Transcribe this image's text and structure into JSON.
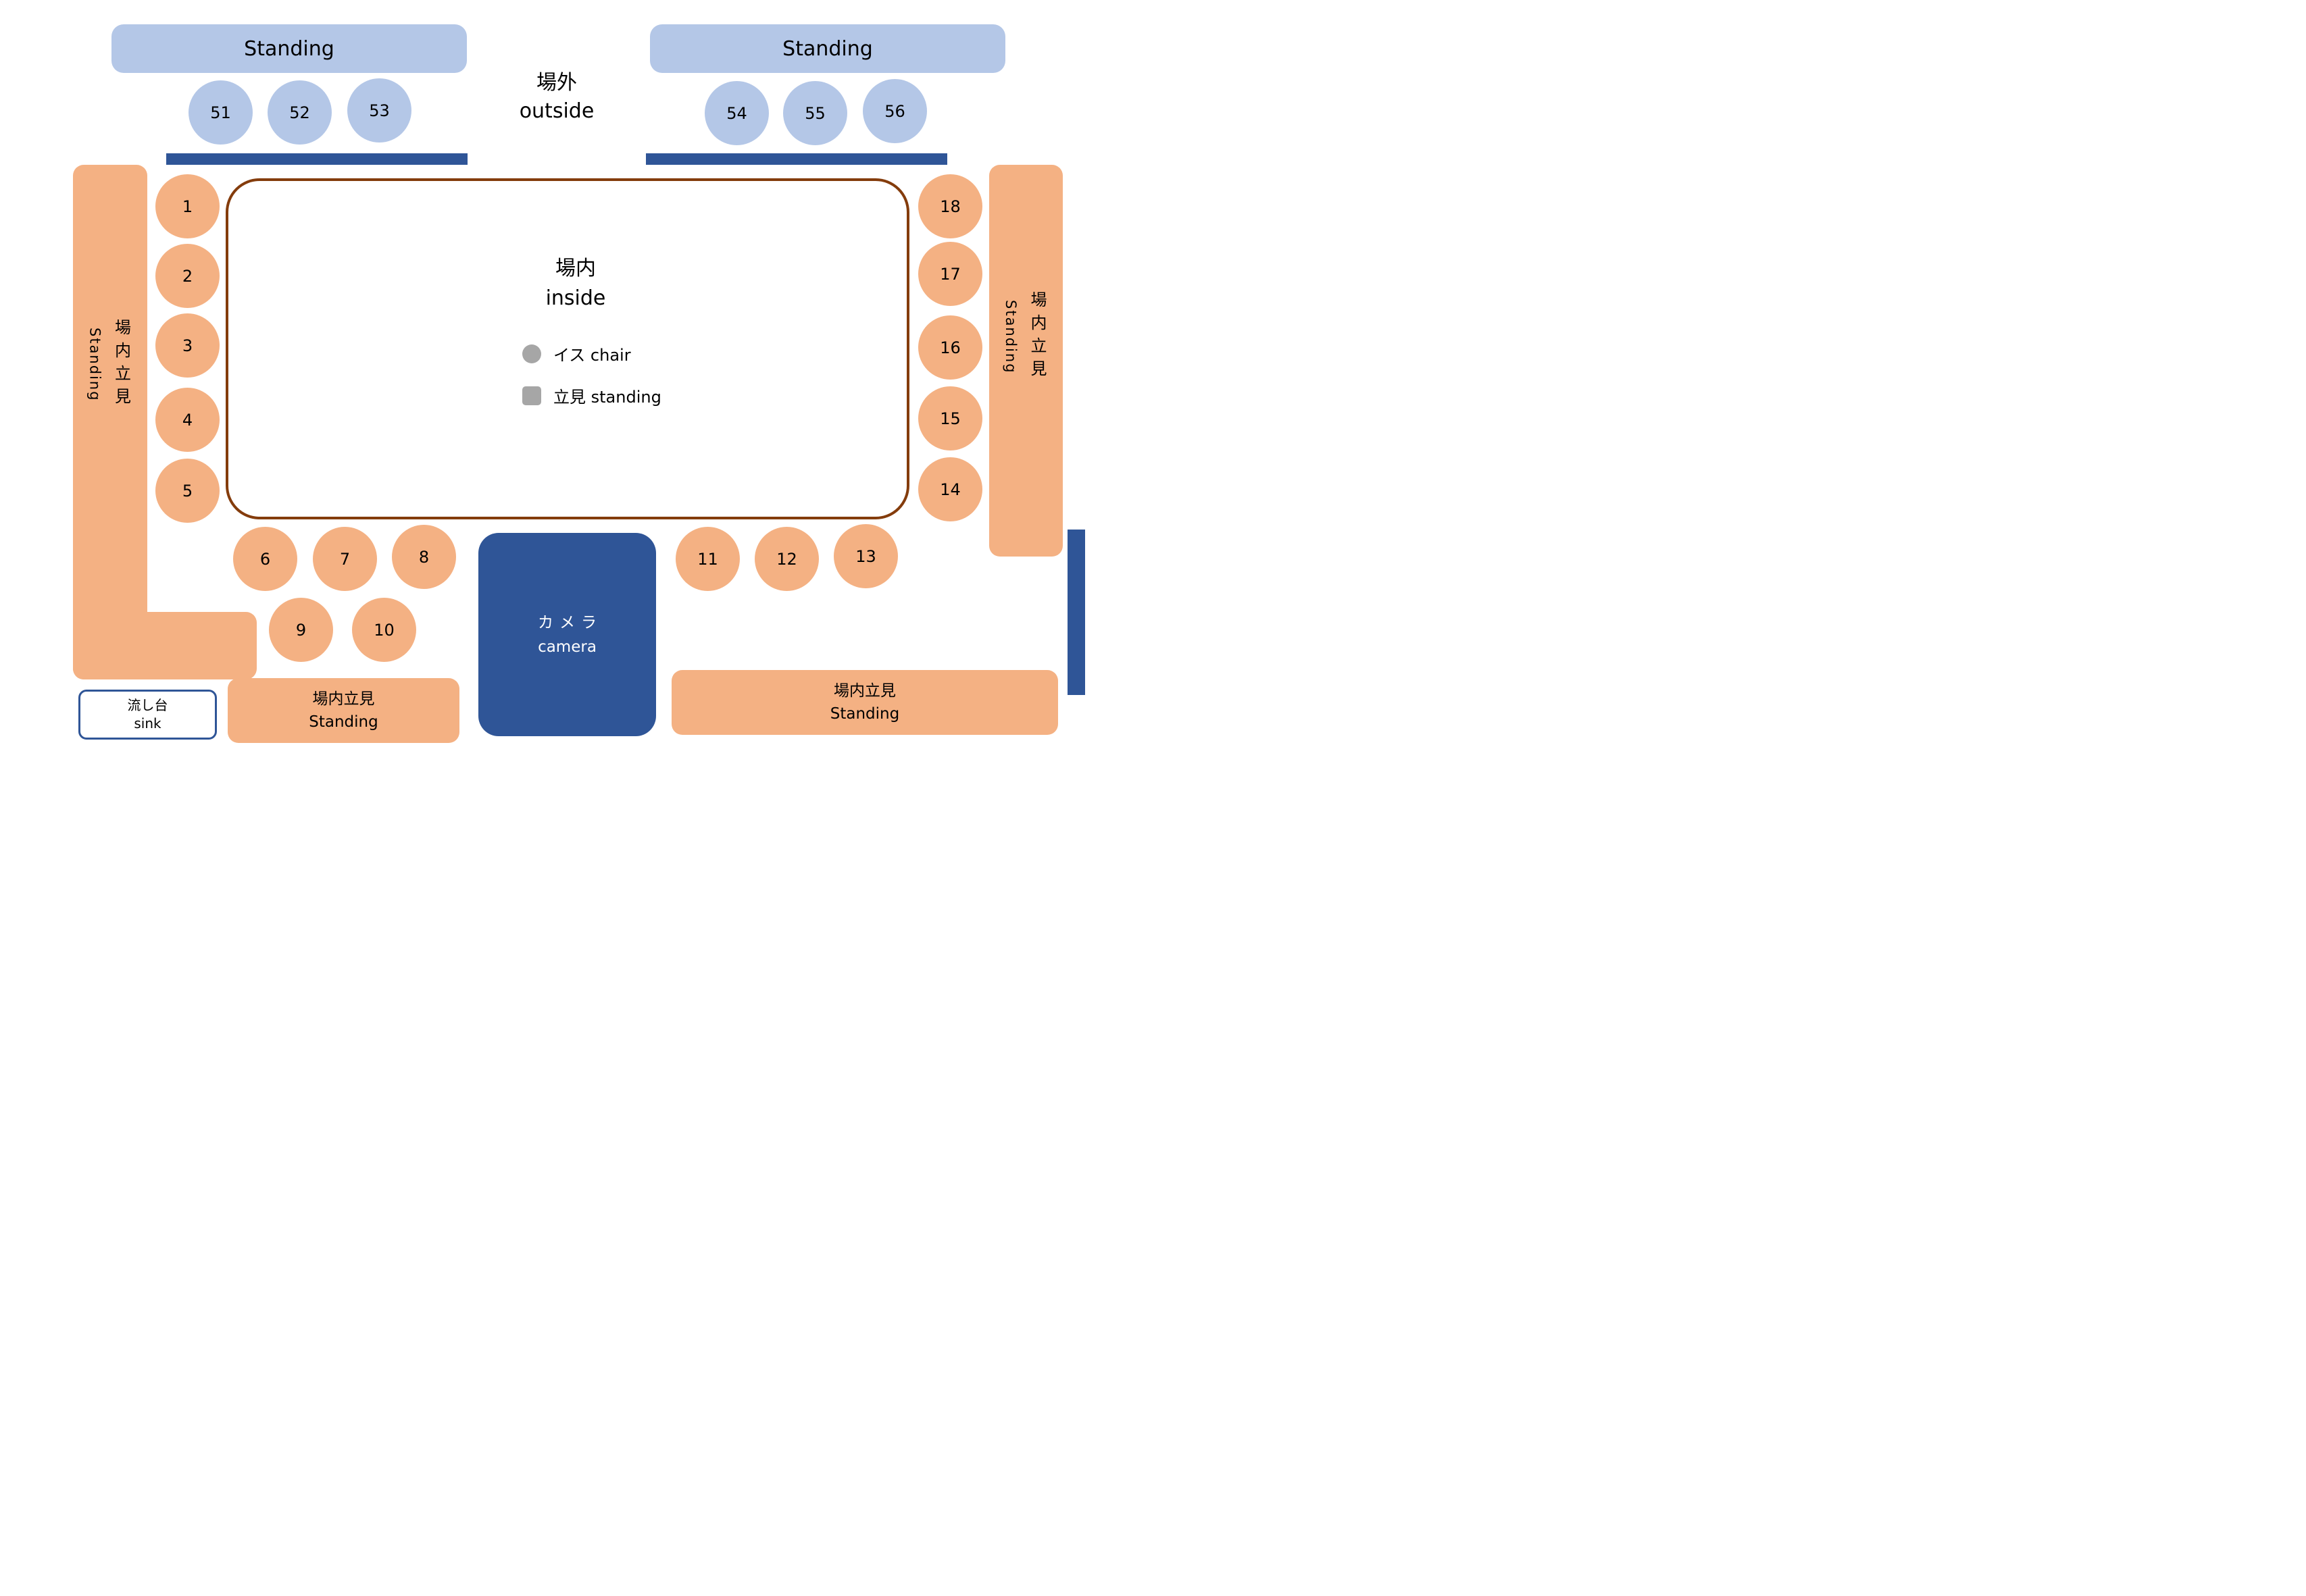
{
  "outside": {
    "label_jp": "場外",
    "label_en": "outside",
    "standing_left": "Standing",
    "standing_right": "Standing"
  },
  "inside": {
    "label_jp": "場内",
    "label_en": "inside"
  },
  "legend": {
    "chair": "イス chair",
    "standing": "立見 standing"
  },
  "seats": {
    "inside": [
      "1",
      "2",
      "3",
      "4",
      "5",
      "6",
      "7",
      "8",
      "9",
      "10",
      "11",
      "12",
      "13",
      "14",
      "15",
      "16",
      "17",
      "18"
    ],
    "outside": [
      "51",
      "52",
      "53",
      "54",
      "55",
      "56"
    ]
  },
  "areas": {
    "left_column": {
      "jp": "場内立見",
      "en": "Standing"
    },
    "right_column": {
      "jp": "場内立見",
      "en": "Standing"
    },
    "bottom_left": {
      "jp": "場内立見",
      "en": "Standing"
    },
    "bottom_right": {
      "jp": "場内立見",
      "en": "Standing"
    },
    "camera": {
      "jp": "カメラ",
      "en": "camera"
    },
    "sink": {
      "jp": "流し台",
      "en": "sink"
    }
  },
  "colors": {
    "seat_orange": "#f4b183",
    "seat_blue": "#b4c7e7",
    "dark_blue": "#2f5597",
    "border_brown": "#843c0c",
    "legend_gray": "#a6a6a6"
  }
}
